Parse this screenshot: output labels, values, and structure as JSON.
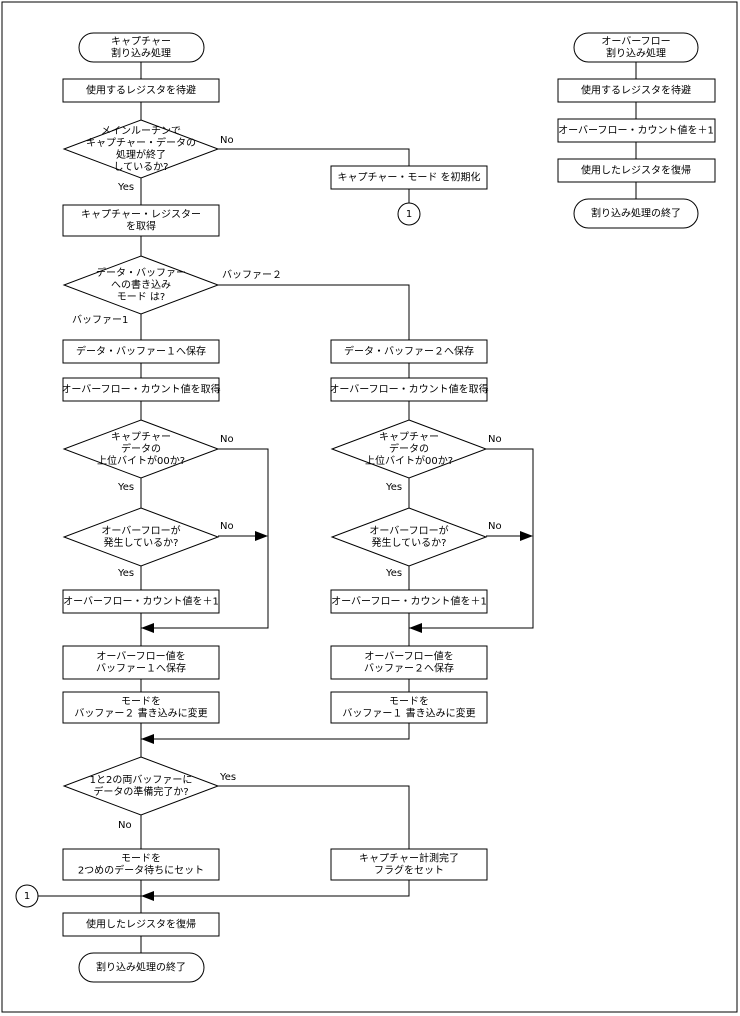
{
  "main": {
    "start": [
      "キャプチャー",
      "割り込み処理"
    ],
    "save_regs": [
      "使用するレジスタを待避"
    ],
    "check_main": [
      "メインルーチンで",
      "キャプチャー・データの",
      "処理が終了",
      "しているか?"
    ],
    "init_mode": [
      "キャプチャー・モード を初期化"
    ],
    "get_capture": [
      "キャプチャー・レジスター",
      "を取得"
    ],
    "check_mode": [
      "データ・バッファー",
      "への書き込み",
      "モード は?"
    ],
    "a_store": [
      "データ・バッファー１へ保存"
    ],
    "a_get_ovf": [
      "オーバーフロー・カウント値を取得"
    ],
    "a_check_upper": [
      "キャプチャー",
      "データの",
      "上位バイトが00か?"
    ],
    "a_check_ovf": [
      "オーバーフローが",
      "発生しているか?"
    ],
    "a_inc": [
      "オーバーフロー・カウント値を＋1"
    ],
    "a_store_ovf": [
      "オーバーフロー値を",
      "バッファー１へ保存"
    ],
    "a_change": [
      "モードを",
      "バッファー２ 書き込みに変更"
    ],
    "b_store": [
      "データ・バッファー２へ保存"
    ],
    "b_get_ovf": [
      "オーバーフロー・カウント値を取得"
    ],
    "b_check_upper": [
      "キャプチャー",
      "データの",
      "上位バイトが00か?"
    ],
    "b_check_ovf": [
      "オーバーフローが",
      "発生しているか?"
    ],
    "b_inc": [
      "オーバーフロー・カウント値を＋1"
    ],
    "b_store_ovf": [
      "オーバーフロー値を",
      "バッファー２へ保存"
    ],
    "b_change": [
      "モードを",
      "バッファー１ 書き込みに変更"
    ],
    "check_both": [
      "1と2の両バッファーに",
      "データの準備完了か?"
    ],
    "set_wait": [
      "モードを",
      "2つめのデータ待ちにセット"
    ],
    "set_flag": [
      "キャプチャー計測完了",
      "フラグをセット"
    ],
    "restore_regs": [
      "使用したレジスタを復帰"
    ],
    "end": [
      "割り込み処理の終了"
    ]
  },
  "overflow": {
    "start": [
      "オーバーフロー",
      "割り込み処理"
    ],
    "save_regs": [
      "使用するレジスタを待避"
    ],
    "inc": [
      "オーバーフロー・カウント値を＋1"
    ],
    "restore_regs": [
      "使用したレジスタを復帰"
    ],
    "end": [
      "割り込み処理の終了"
    ]
  },
  "labels": {
    "yes": "Yes",
    "no": "No",
    "buffer1": "バッファー1",
    "buffer2": "バッファー２",
    "connector": "1"
  }
}
